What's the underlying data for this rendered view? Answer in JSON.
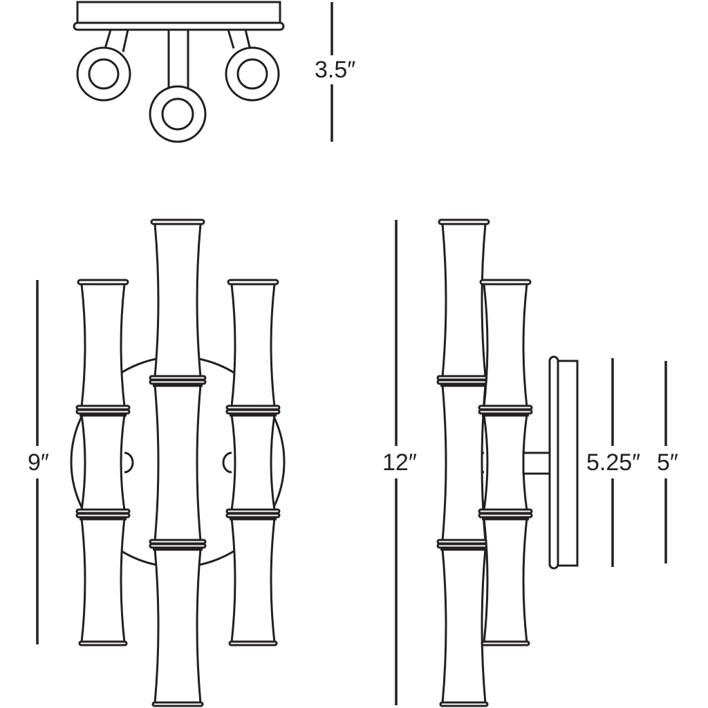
{
  "dimensions": {
    "depth": "3.5″",
    "front_height": "9″",
    "side_height": "12″",
    "backplate_height": "5.25″",
    "backplate_width": "5″"
  },
  "colors": {
    "stroke": "#231f20",
    "background": "#ffffff"
  }
}
